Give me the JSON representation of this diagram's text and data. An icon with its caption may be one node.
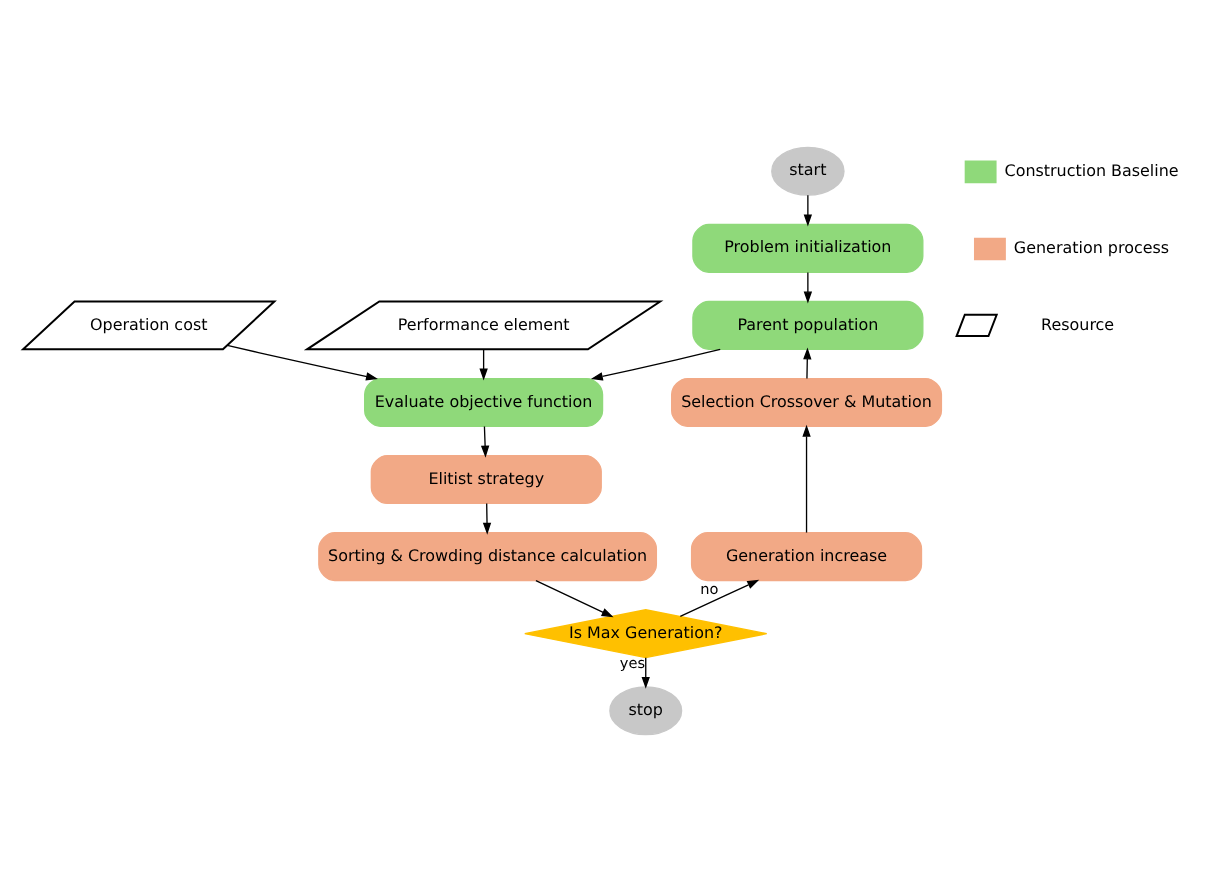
{
  "diagram": {
    "nodes": [
      {
        "text": [
          "start"
        ]
      },
      {
        "text": [
          "Problem initialization"
        ]
      },
      {
        "text": [
          "Parent population"
        ]
      },
      {
        "text": [
          "Operation cost"
        ]
      },
      {
        "text": [
          "Performance element"
        ]
      },
      {
        "text": [
          "Evaluate objective function"
        ]
      },
      {
        "text": [
          "Selection Crossover & Mutation"
        ]
      },
      {
        "text": [
          "Elitist strategy"
        ]
      },
      {
        "text": [
          "Generation increase"
        ]
      },
      {
        "text": [
          "Sorting & Crowding distance calculation"
        ]
      },
      {
        "text": [
          "Is Max Generation?"
        ]
      },
      {
        "text": [
          "stop"
        ]
      }
    ],
    "edges": [
      {
        "from": 0,
        "to": 1,
        "arrow": "to"
      },
      {
        "from": 1,
        "to": 2,
        "arrow": "to"
      },
      {
        "from": 2,
        "to": 5,
        "arrow": "to"
      },
      {
        "from": 3,
        "to": 5,
        "arrow": "to"
      },
      {
        "from": 4,
        "to": 5,
        "arrow": "to"
      },
      {
        "from": 5,
        "to": 7,
        "arrow": "to"
      },
      {
        "from": 7,
        "to": 9,
        "arrow": "to"
      },
      {
        "from": 9,
        "to": 10,
        "arrow": "to"
      },
      {
        "from": 10,
        "to": 8,
        "label": "no",
        "arrow": "to"
      },
      {
        "from": 8,
        "to": 6,
        "arrow": "to"
      },
      {
        "from": 6,
        "to": 2,
        "arrow": "to"
      },
      {
        "from": 10,
        "to": 11,
        "label": "yes",
        "arrow": "to"
      }
    ],
    "legend": [
      {
        "text": "Construction Baseline",
        "color": "#8fd97a"
      },
      {
        "text": "Generation process",
        "color": "#f2a986"
      },
      {
        "text": "Resource"
      }
    ]
  }
}
